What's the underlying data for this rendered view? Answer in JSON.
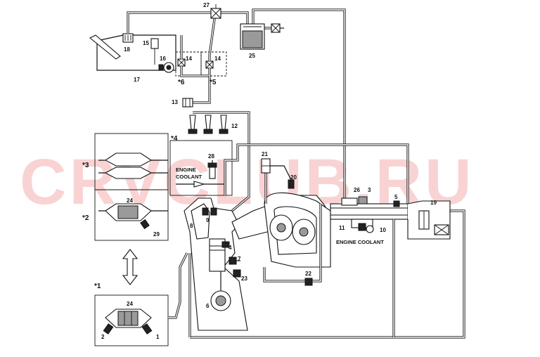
{
  "watermark": "CRVCLUB.RU",
  "callouts": {
    "c1": "1",
    "c2": "2",
    "c3": "3",
    "c4": "4",
    "c5": "5",
    "c6": "6",
    "c7": "7",
    "c8": "8",
    "c9": "9",
    "c10": "10",
    "c11": "11",
    "c12": "12",
    "c13": "13",
    "c14a": "14",
    "c14b": "14",
    "c15": "15",
    "c16": "16",
    "c17": "17",
    "c18": "18",
    "c19": "19",
    "c20": "20",
    "c21": "21",
    "c22": "22",
    "c23": "23",
    "c24a": "24",
    "c24b": "24",
    "c25": "25",
    "c26": "26",
    "c27": "27",
    "c28": "28",
    "c29": "29"
  },
  "variants": {
    "v1": "*1",
    "v2": "*2",
    "v3": "*3",
    "v4": "*4",
    "v5": "*5",
    "v6": "*6"
  },
  "captions": {
    "coolant_left_1": "ENGINE",
    "coolant_left_2": "COOLANT",
    "coolant_right": "ENGINE COOLANT"
  }
}
